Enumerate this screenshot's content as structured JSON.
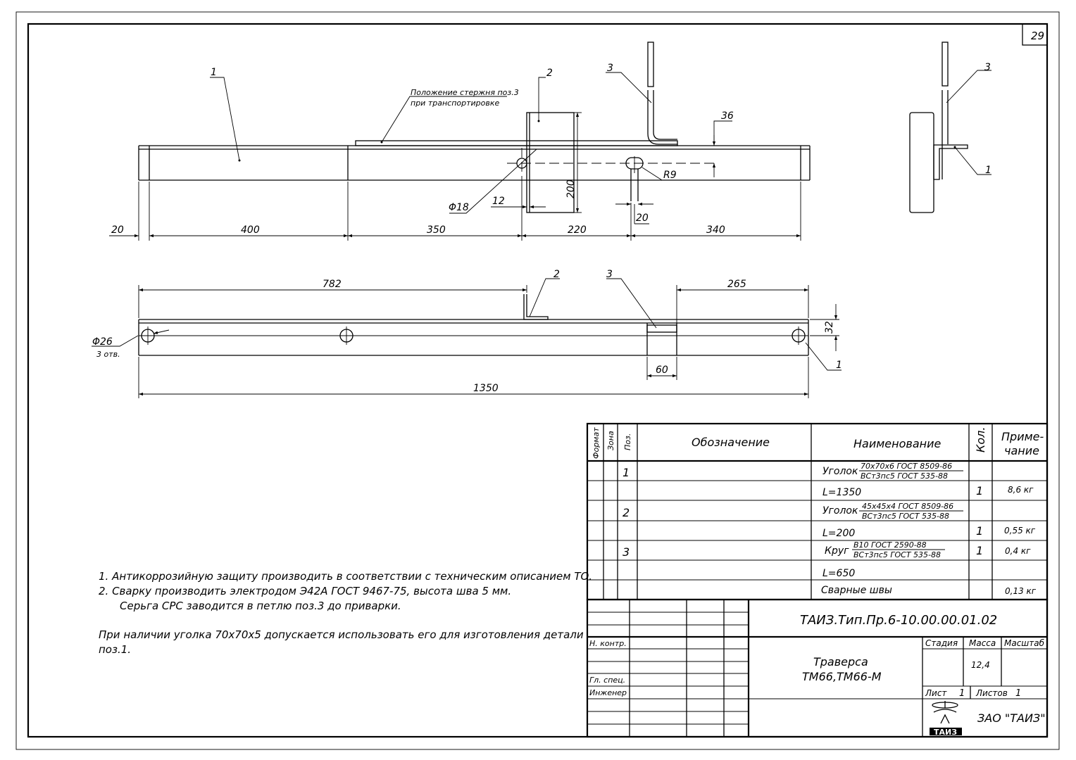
{
  "sheet": {
    "number": "29"
  },
  "callouts": {
    "pos1": "1",
    "pos2": "2",
    "pos3": "3",
    "transport_line1": "Положение стержня поз.3",
    "transport_line2": "при транспортировке"
  },
  "dimensions": {
    "d20a": "20",
    "d400": "400",
    "d350": "350",
    "d220": "220",
    "d340": "340",
    "d36": "36",
    "d200": "200",
    "d12": "12",
    "d20b": "20",
    "r9": "R9",
    "phi18": "Φ18",
    "d782": "782",
    "d265": "265",
    "d32": "32",
    "d60": "60",
    "d1350": "1350",
    "phi26": "Φ26",
    "holes": "3 отв."
  },
  "notes": {
    "n1": "1. Антикоррозийную защиту производить в соответствии с техническим описанием ТО.",
    "n2": "2. Сварку производить электродом Э42А ГОСТ 9467-75, высота шва 5 мм.",
    "n3": "Серьга СРС заводится в петлю поз.3 до приварки.",
    "n4a": "При наличии уголка 70х70х5 допускается использовать его для изготовления детали",
    "n4b": "поз.1."
  },
  "spec_table": {
    "headers": {
      "format": "Формат",
      "zone": "Зона",
      "pos": "Поз.",
      "designation": "Обозначение",
      "name": "Наименование",
      "qty": "Кол.",
      "note1": "Приме-",
      "note2": "чание"
    },
    "rows": [
      {
        "pos": "1",
        "name": "Уголок",
        "num": "70х70х6 ГОСТ 8509-86",
        "den": "ВСт3пс5 ГОСТ 535-88"
      },
      {
        "name": "L=1350",
        "qty": "1",
        "note": "8,6 кг"
      },
      {
        "pos": "2",
        "name": "Уголок",
        "num": "45х45х4 ГОСТ 8509-86",
        "den": "ВСт3пс5 ГОСТ 535-88"
      },
      {
        "name": "L=200",
        "qty": "1",
        "note": "0,55 кг"
      },
      {
        "pos": "3",
        "name": "Круг",
        "num": "В10 ГОСТ 2590-88",
        "den": "ВСт3пс5 ГОСТ 535-88",
        "qty": "1",
        "note": "0,4 кг"
      },
      {
        "name": "L=650"
      },
      {
        "name": "Сварные швы",
        "note": "0,13 кг"
      }
    ]
  },
  "title_block": {
    "doc_code": "ТАИЗ.Тип.Пр.6-10.00.00.01.02",
    "title1": "Траверса",
    "title2": "ТМ66,ТМ66-М",
    "stage_label": "Стадия",
    "mass_label": "Масса",
    "scale_label": "Масштаб",
    "mass": "12,4",
    "sheet_label": "Лист",
    "sheet": "1",
    "sheets_label": "Листов",
    "sheets": "1",
    "role_norm": "Н. контр.",
    "role_chief": "Гл. спец.",
    "role_eng": "Инженер",
    "company": "ЗАО \"ТАИЗ\"",
    "logo_text": "ТАИЗ"
  }
}
